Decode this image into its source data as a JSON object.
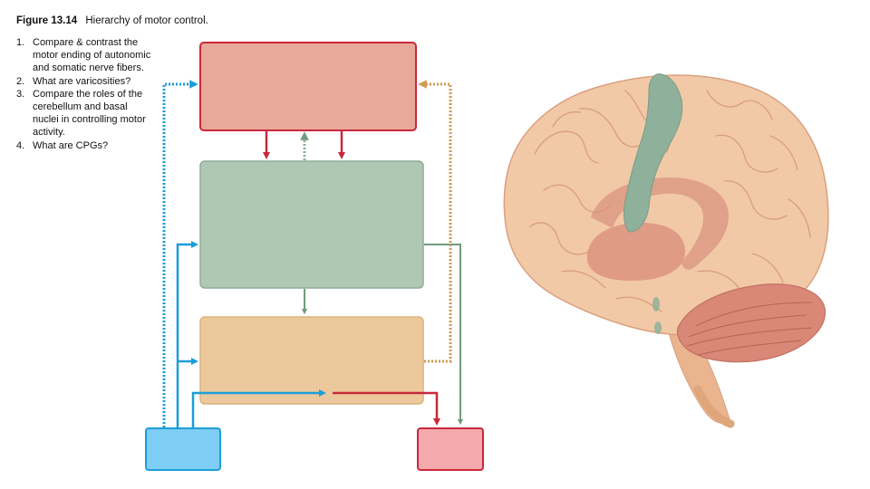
{
  "figure": {
    "number": "Figure 13.14",
    "caption": "Hierarchy of motor control."
  },
  "questions": [
    {
      "n": "1.",
      "text": "Compare & contrast the motor ending of autonomic and somatic nerve fibers."
    },
    {
      "n": "2.",
      "text": "What are varicosities?"
    },
    {
      "n": "3.",
      "text": "Compare the roles of the cerebellum and basal nuclei in controlling motor activity."
    },
    {
      "n": "4.",
      "text": "What are CPGs?"
    }
  ],
  "colors": {
    "precommand": "#e8a99a",
    "projection": "#afc8b4",
    "segmental": "#ecc99c",
    "sensory_input": "#7ecdf4",
    "motor_output": "#f4aaac",
    "red_arrow": "#c8283c",
    "blue_arrow": "#1c9ed8",
    "green_arrow": "#6f9a7c",
    "tan_arrow": "#d09a52",
    "brain": "#f2c9a7",
    "brain_outline": "#d9a07e",
    "motor_cortex": "#8fb09a",
    "cerebellum": "#d98878",
    "basal_nuclei": "#d9907e",
    "brainstem": "#e9b48e"
  }
}
